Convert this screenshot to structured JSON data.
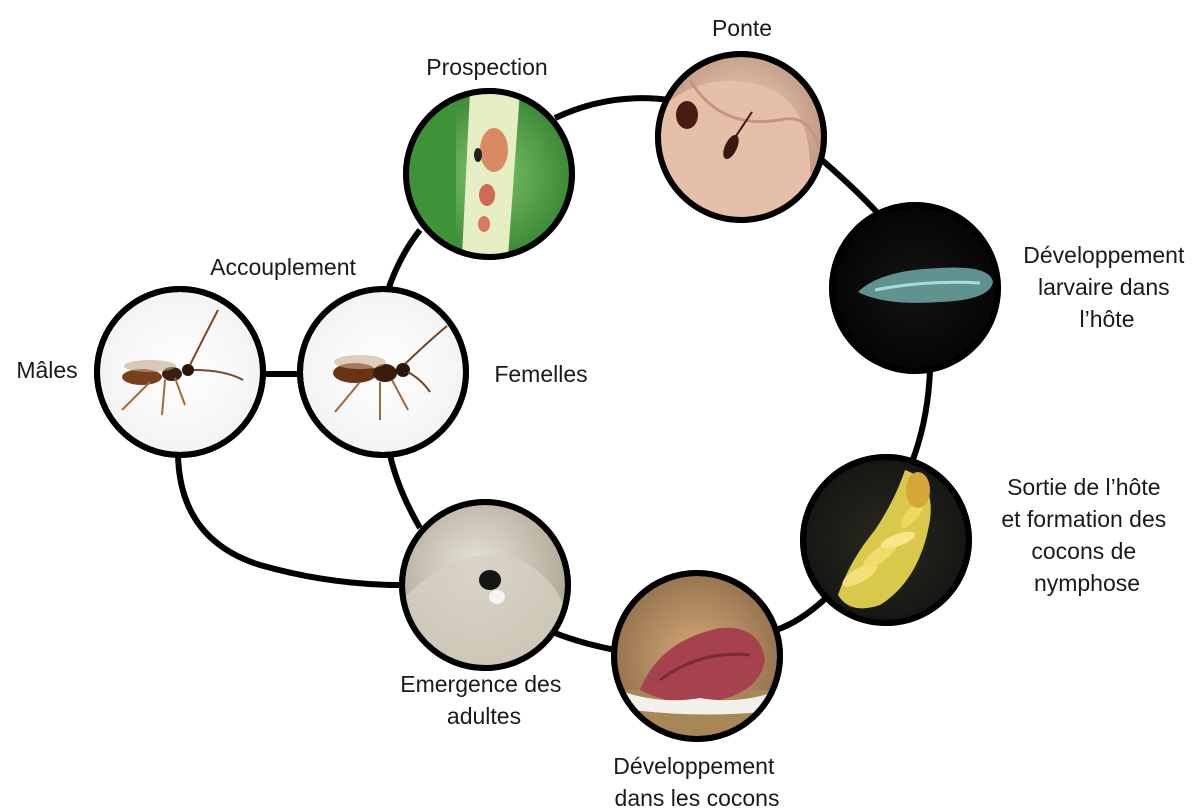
{
  "labels": {
    "prospection": "Prospection",
    "ponte": "Ponte",
    "dev_larvaire": [
      "Développement",
      "larvaire dans",
      "l’hôte"
    ],
    "sortie": [
      "Sortie de l’hôte",
      "et formation des",
      "cocons de",
      "nymphose"
    ],
    "dev_cocons": [
      "Développement",
      "dans les cocons"
    ],
    "emergence": [
      "Emergence des",
      "adultes"
    ],
    "accouplement": "Accouplement",
    "males": "Mâles",
    "femelles": "Femelles"
  },
  "colors": {
    "stroke": "#000000",
    "text": "#1a1a1a",
    "background": "#ffffff"
  },
  "photo_icons": {
    "prospection": "wasp-on-leaf-icon",
    "ponte": "wasp-on-caterpillar-icon",
    "dev_larvaire": "glowing-larva-icon",
    "sortie": "yellow-cocoons-icon",
    "dev_cocons": "caterpillar-with-cocoons-icon",
    "emergence": "emerging-adult-icon",
    "males": "male-wasp-icon",
    "femelles": "female-wasp-icon"
  }
}
